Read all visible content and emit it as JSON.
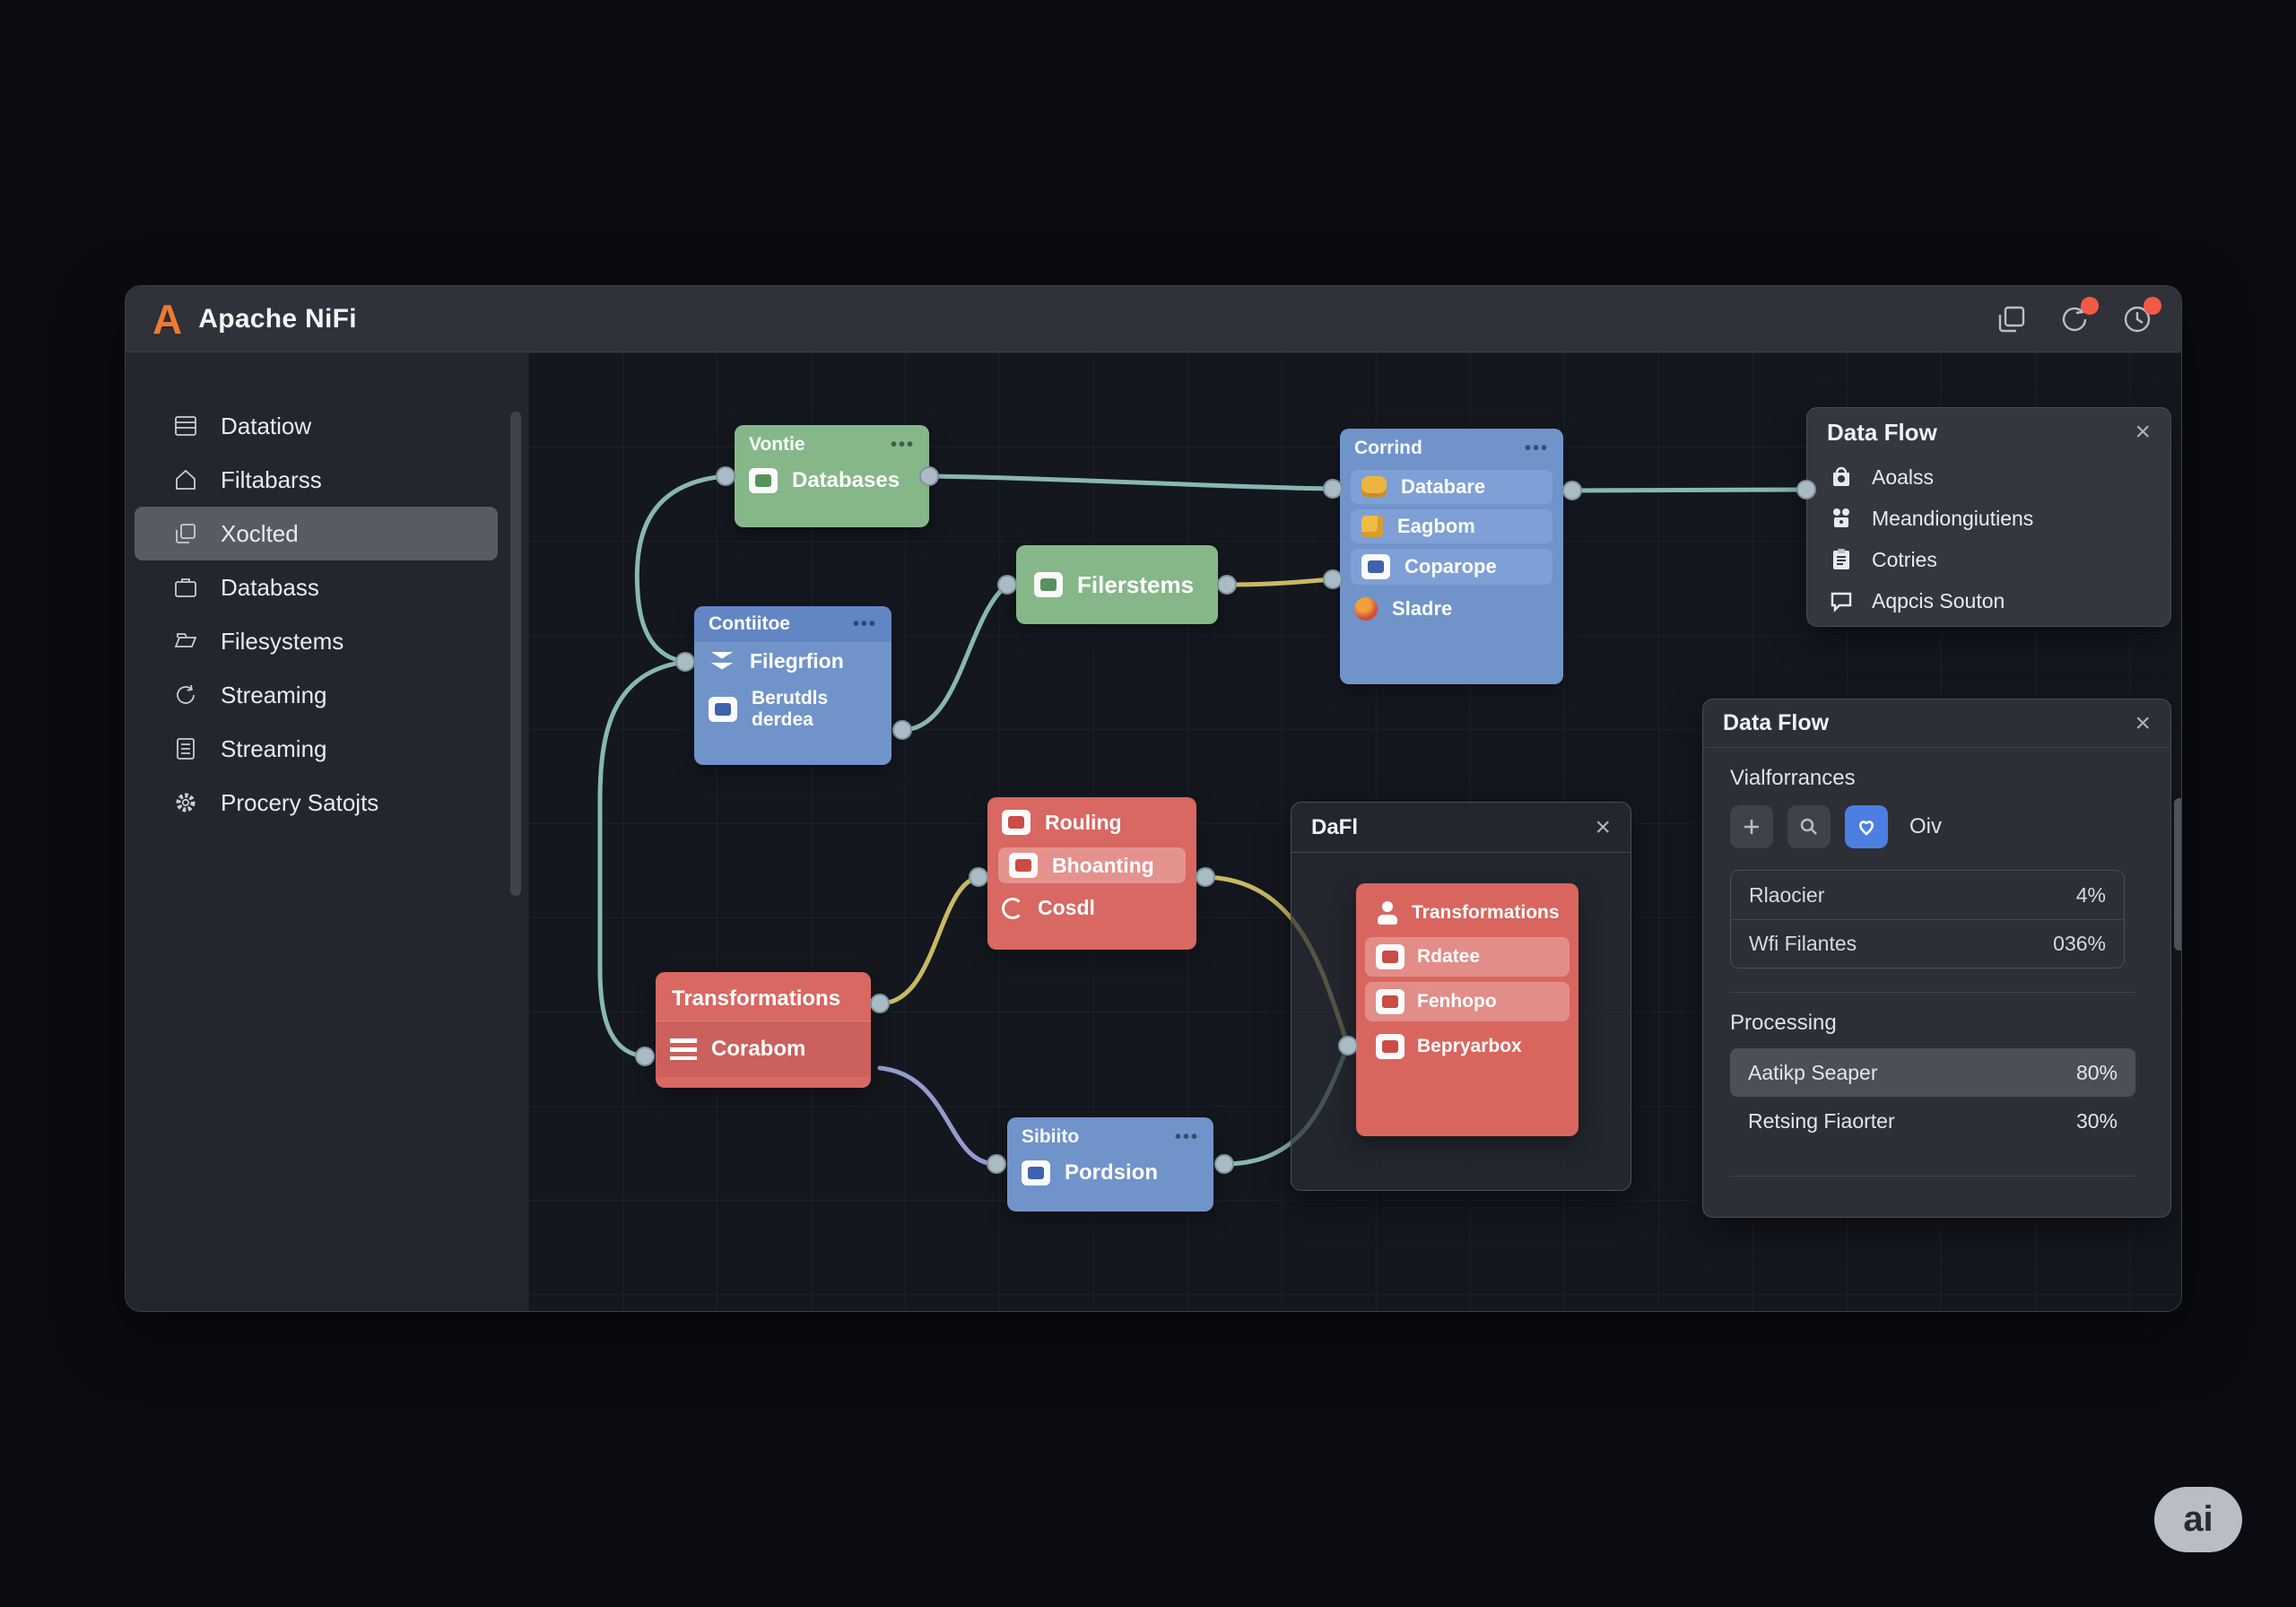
{
  "window": {
    "title": "Apache NiFi"
  },
  "titlebar": {
    "icons": [
      "expand-icon",
      "refresh-icon",
      "sync-icon"
    ]
  },
  "sidebar": {
    "items": [
      {
        "label": "Datatiow",
        "icon": "list-icon",
        "active": false
      },
      {
        "label": "Filtabarss",
        "icon": "home-icon",
        "active": false
      },
      {
        "label": "Xoclted",
        "icon": "copy-icon",
        "active": true
      },
      {
        "label": "Databass",
        "icon": "briefcase-icon",
        "active": false
      },
      {
        "label": "Filesystems",
        "icon": "folder-icon",
        "active": false
      },
      {
        "label": "Streaming",
        "icon": "refresh-icon",
        "active": false
      },
      {
        "label": "Streaming",
        "icon": "document-icon",
        "active": false
      },
      {
        "label": "Procery Satojts",
        "icon": "gear-icon",
        "active": false
      }
    ]
  },
  "canvas": {
    "nodes": {
      "vontie": {
        "header": "Vontie",
        "menu": "•••",
        "row": "Databases"
      },
      "contiitoe": {
        "header": "Contiitoe",
        "menu": "•••",
        "rows": [
          "Filegrfion",
          "Berutdls derdea"
        ]
      },
      "filerstems": {
        "label": "Filerstems"
      },
      "corrind": {
        "header": "Corrind",
        "menu": "•••",
        "rows": [
          "Databare",
          "Eagbom",
          "Coparope",
          "Sladre"
        ]
      },
      "rouling": {
        "rows": [
          "Rouling",
          "Bhoanting",
          "Cosdl"
        ]
      },
      "transformations": {
        "header": "Transformations",
        "row": "Corabom"
      },
      "sibiito": {
        "header": "Sibiito",
        "menu": "•••",
        "row": "Pordsion"
      }
    },
    "dafl_panel": {
      "title": "DaFl",
      "close": "×",
      "node_rows": [
        "Transformations",
        "Rdatee",
        "Fenhopo",
        "Bepryarbox"
      ]
    }
  },
  "data_flow_panel_top": {
    "title": "Data Flow",
    "close": "×",
    "items": [
      {
        "label": "Aoalss",
        "icon": "bag-lock-icon"
      },
      {
        "label": "Meandiongiutiens",
        "icon": "people-lock-icon"
      },
      {
        "label": "Cotries",
        "icon": "clipboard-icon"
      },
      {
        "label": "Aqpcis Souton",
        "icon": "chat-icon"
      }
    ]
  },
  "data_flow_panel_right": {
    "title": "Data Flow",
    "close": "×",
    "section_performance": "Vialforrances",
    "filter_label": "Oiv",
    "stats": [
      {
        "label": "Rlaocier",
        "value": "4%"
      },
      {
        "label": "Wfi Filantes",
        "value": "036%"
      }
    ],
    "section_processing": "Processing",
    "processes": [
      {
        "label": "Aatikp Seaper",
        "value": "80%"
      },
      {
        "label": "Retsing Fiaorter",
        "value": "30%"
      }
    ]
  },
  "badge": {
    "label": "ai"
  },
  "colors": {
    "accent_orange": "#ec7a33",
    "node_green": "#85b789",
    "node_blue": "#7093ca",
    "node_red": "#d96762",
    "line_teal": "#8ec0bd",
    "line_yellow": "#d3c269",
    "line_purple": "#9ba2d8",
    "button_blue": "#4d7fe2",
    "alert_red": "#f25a45"
  }
}
